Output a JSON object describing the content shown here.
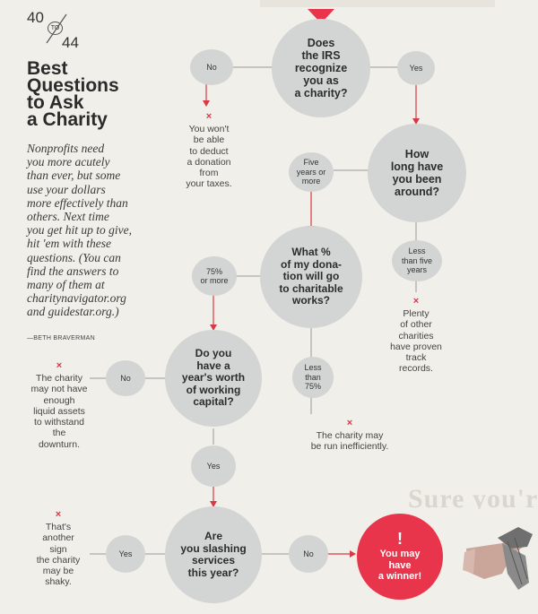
{
  "page": {
    "start": "40",
    "to": "TO",
    "end": "44"
  },
  "header": {
    "title_lines": [
      "Best",
      "Questions",
      "to Ask",
      "a Charity"
    ],
    "intro_lines": [
      "Nonprofits need",
      "you more acutely",
      "than ever, but some",
      "use your dollars",
      "more effectively than",
      "others. Next time",
      "you get hit up to give,",
      "hit 'em with these",
      "questions. (You can",
      "find the answers to",
      "many of them at",
      "charitynavigator.org",
      "and guidestar.org.)"
    ],
    "byline": "—BETH BRAVERMAN"
  },
  "questions": {
    "q1": [
      "Does",
      "the IRS",
      "recognize",
      "you as",
      "a charity?"
    ],
    "q2": [
      "How",
      "long have",
      "you been",
      "around?"
    ],
    "q3": [
      "What %",
      "of my dona-",
      "tion will go",
      "to charitable",
      "works?"
    ],
    "q4": [
      "Do you",
      "have a",
      "year's worth",
      "of working",
      "capital?"
    ],
    "q5": [
      "Are",
      "you slashing",
      "services",
      "this year?"
    ]
  },
  "answers": {
    "no": "No",
    "yes": "Yes",
    "five_or_more": [
      "Five",
      "years or",
      "more"
    ],
    "less_than_five": [
      "Less",
      "than five",
      "years"
    ],
    "seventy_five_or_more": [
      "75%",
      "or more"
    ],
    "less_than_75": [
      "Less",
      "than",
      "75%"
    ]
  },
  "outcomes": {
    "no_deduction": [
      "You won't",
      "be able",
      "to deduct",
      "a donation",
      "from",
      "your taxes."
    ],
    "plenty_others": [
      "Plenty",
      "of other",
      "charities",
      "have proven",
      "track",
      "records."
    ],
    "run_inefficiently": [
      "The charity may",
      "be run inefficiently."
    ],
    "no_liquid": [
      "The charity",
      "may not have",
      "enough",
      "liquid assets",
      "to withstand",
      "the",
      "downturn."
    ],
    "shaky": [
      "That's",
      "another",
      "sign",
      "the charity",
      "may be",
      "shaky."
    ],
    "winner_mark": "!",
    "winner": [
      "You may",
      "have",
      "a winner!"
    ]
  },
  "icons": {
    "x_mark": "×",
    "start_marker": "red-triangle",
    "hand": "hand-holding-cash-icon"
  },
  "colors": {
    "accent": "#e8354b",
    "node_fill": "#d3d5d4",
    "arrow": "#d93845"
  }
}
